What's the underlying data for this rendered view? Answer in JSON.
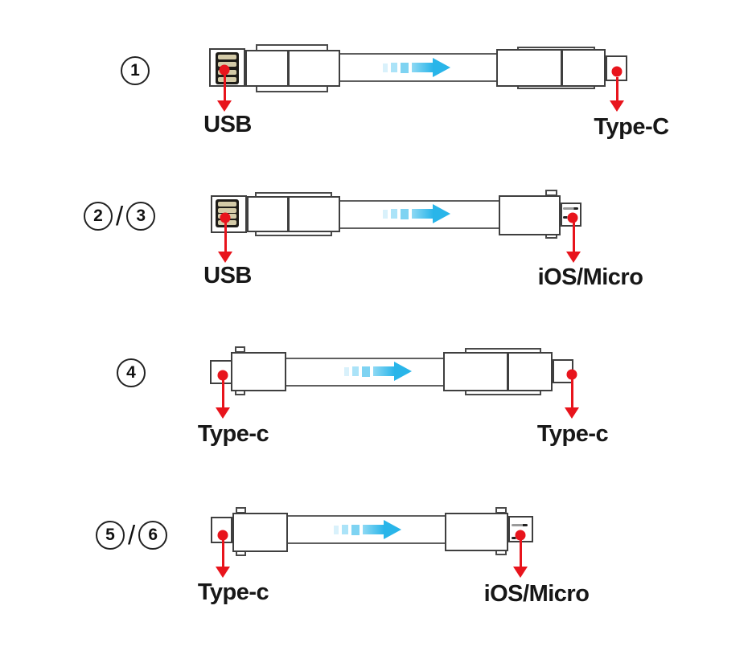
{
  "colors": {
    "flow_arrow_blue": "#29b5e9",
    "marker_red": "#e8141c",
    "outline_dark": "#3f3f3f",
    "usb_contact_tan": "#d4cba8",
    "text_black": "#171717"
  },
  "rows": [
    {
      "badges": [
        "1"
      ],
      "separator": "/",
      "left": {
        "connector": "usb-a",
        "label": "USB"
      },
      "right": {
        "connector": "type-c",
        "label": "Type-C"
      }
    },
    {
      "badges": [
        "2",
        "3"
      ],
      "separator": "/",
      "left": {
        "connector": "usb-a",
        "label": "USB"
      },
      "right": {
        "connector": "ios-micro",
        "label": "iOS/Micro"
      }
    },
    {
      "badges": [
        "4"
      ],
      "separator": "/",
      "left": {
        "connector": "type-c",
        "label": "Type-c"
      },
      "right": {
        "connector": "type-c",
        "label": "Type-c"
      }
    },
    {
      "badges": [
        "5",
        "6"
      ],
      "separator": "/",
      "left": {
        "connector": "type-c",
        "label": "Type-c"
      },
      "right": {
        "connector": "ios-micro",
        "label": "iOS/Micro"
      }
    }
  ]
}
